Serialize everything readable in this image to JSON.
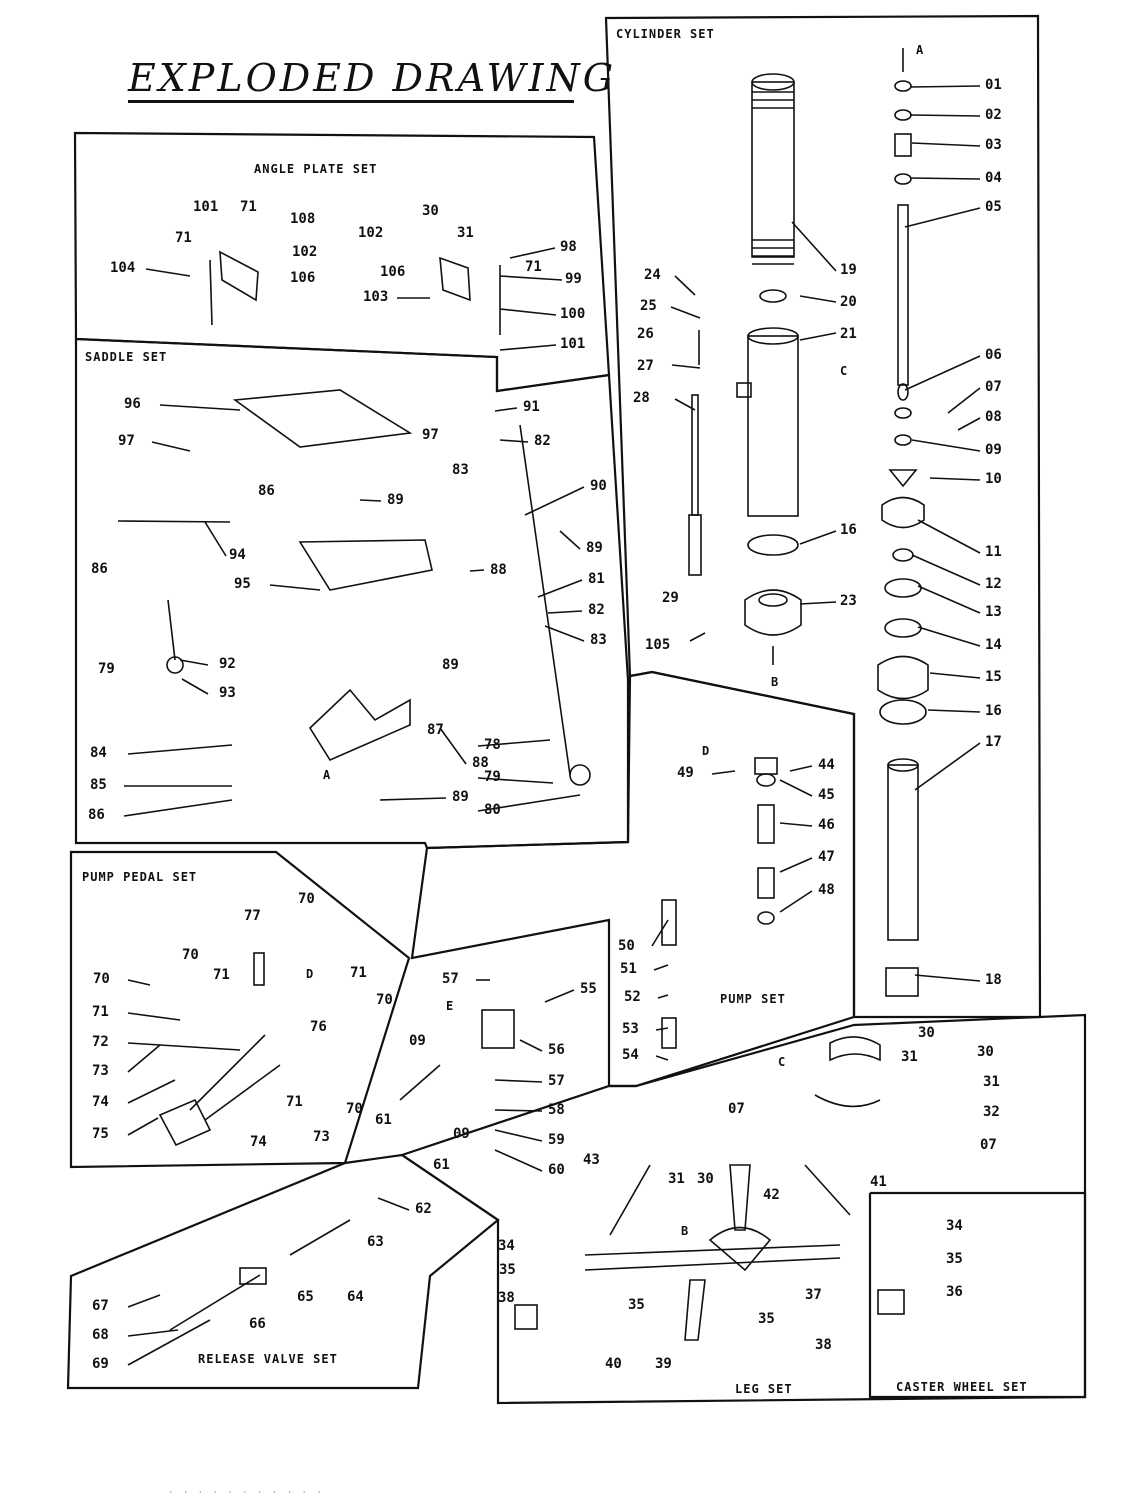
{
  "title": "EXPLODED DRAWING",
  "sets": {
    "angle_plate": "ANGLE PLATE SET",
    "saddle": "SADDLE SET",
    "cylinder": "CYLINDER SET",
    "pump_pedal": "PUMP PEDAL SET",
    "pump": "PUMP SET",
    "release_valve": "RELEASE VALVE SET",
    "leg": "LEG SET",
    "caster_wheel": "CASTER WHEEL SET"
  },
  "callouts": {
    "cylinder": [
      "01",
      "02",
      "03",
      "04",
      "05",
      "06",
      "07",
      "08",
      "09",
      "10",
      "11",
      "12",
      "13",
      "14",
      "15",
      "16",
      "17",
      "18",
      "19",
      "20",
      "21",
      "16",
      "23",
      "24",
      "25",
      "26",
      "27",
      "28",
      "29",
      "105"
    ],
    "cylinder_marks": [
      "A",
      "C",
      "B"
    ],
    "angle_plate": [
      "101",
      "71",
      "108",
      "102",
      "106",
      "104",
      "71",
      "30",
      "31",
      "102",
      "98",
      "71",
      "106",
      "99",
      "103",
      "100",
      "101"
    ],
    "saddle": [
      "96",
      "97",
      "97",
      "91",
      "83",
      "82",
      "86",
      "89",
      "90",
      "89",
      "94",
      "86",
      "88",
      "95",
      "81",
      "82",
      "83",
      "89",
      "92",
      "79",
      "93",
      "87",
      "84",
      "88",
      "85",
      "78",
      "86",
      "89",
      "79",
      "80"
    ],
    "saddle_marks": [
      "A"
    ],
    "pump_pedal": [
      "70",
      "77",
      "70",
      "71",
      "70",
      "71",
      "70",
      "71",
      "76",
      "72",
      "73",
      "74",
      "75",
      "71",
      "74",
      "73",
      "70"
    ],
    "pump_pedal_marks": [
      "D"
    ],
    "pump": [
      "44",
      "49",
      "45",
      "46",
      "47",
      "48",
      "50",
      "51",
      "52",
      "53",
      "54"
    ],
    "pump_marks": [
      "D"
    ],
    "valve": [
      "57",
      "55",
      "09",
      "56",
      "61",
      "57",
      "58",
      "09",
      "59",
      "61",
      "60"
    ],
    "valve_marks": [
      "E"
    ],
    "release_valve": [
      "62",
      "63",
      "64",
      "65",
      "67",
      "66",
      "68",
      "69"
    ],
    "leg": [
      "30",
      "31",
      "30",
      "31",
      "32",
      "07",
      "07",
      "41",
      "43",
      "31",
      "30",
      "42",
      "34",
      "35",
      "37",
      "38",
      "35",
      "35",
      "40",
      "39",
      "38"
    ],
    "leg_marks": [
      "C",
      "B"
    ],
    "caster": [
      "34",
      "35",
      "36"
    ]
  },
  "colors": {
    "ink": "#111111",
    "paper": "#ffffff"
  }
}
